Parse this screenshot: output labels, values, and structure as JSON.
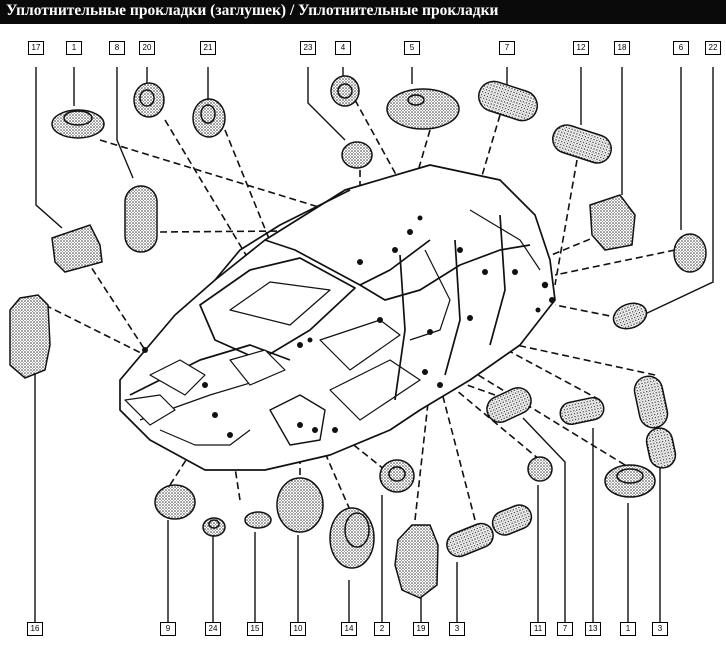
{
  "title": "Уплотнительные прокладки (заглушек) / Уплотнительные прокладки",
  "callouts_top": [
    "17",
    "1",
    "8",
    "20",
    "21",
    "23",
    "4",
    "5",
    "7",
    "12",
    "18",
    "6",
    "22"
  ],
  "callouts_bottom": [
    "16",
    "9",
    "24",
    "15",
    "10",
    "14",
    "2",
    "19",
    "3",
    "11",
    "7",
    "13",
    "1",
    "3"
  ],
  "colors": {
    "title_bar": "#0a0a0a",
    "title_text": "#ffffff",
    "line": "#111111",
    "stipple": "#2a2a2a"
  }
}
